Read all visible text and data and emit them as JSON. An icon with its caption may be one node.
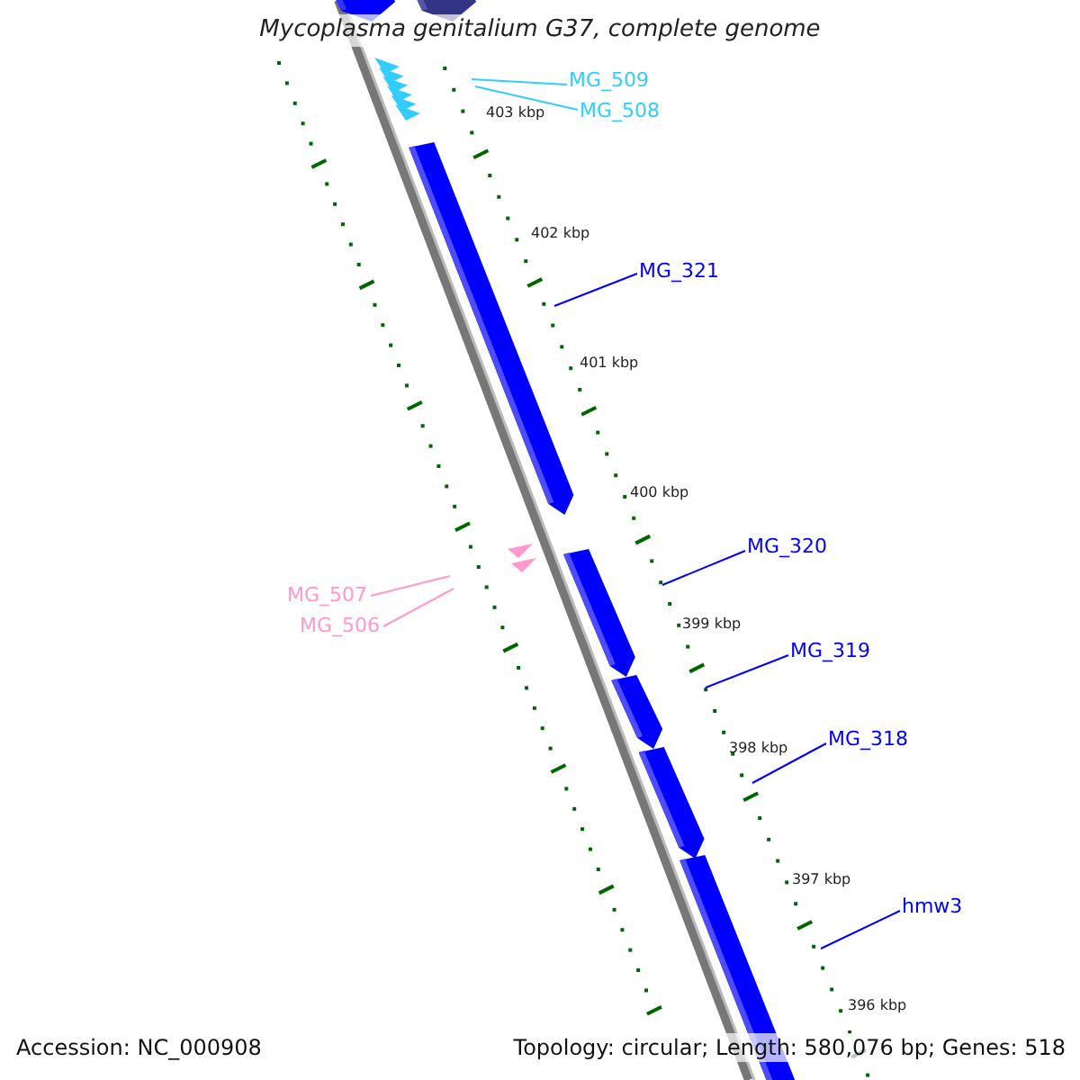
{
  "diagram": {
    "title": "Mycoplasma genitalium G37, complete genome",
    "nodes": [
      {
        "text": [
          "MG_509"
        ]
      },
      {
        "text": [
          "MG_508"
        ]
      },
      {
        "text": [
          "MG_321"
        ]
      },
      {
        "text": [
          "MG_320"
        ]
      },
      {
        "text": [
          "MG_319"
        ]
      },
      {
        "text": [
          "MG_318"
        ]
      },
      {
        "text": [
          "hmw3"
        ]
      },
      {
        "text": [
          "MG_507"
        ]
      },
      {
        "text": [
          "MG_506"
        ]
      }
    ],
    "edges": [
      {
        "from": 0,
        "to": null,
        "arrow": "none",
        "color": "#33ccff"
      },
      {
        "from": 1,
        "to": null,
        "arrow": "none",
        "color": "#33ccff"
      },
      {
        "from": 2,
        "to": null,
        "arrow": "none"
      },
      {
        "from": 3,
        "to": null,
        "arrow": "none"
      },
      {
        "from": 4,
        "to": null,
        "arrow": "none"
      },
      {
        "from": 5,
        "to": null,
        "arrow": "none"
      },
      {
        "from": 6,
        "to": null,
        "arrow": "none"
      },
      {
        "from": 7,
        "to": null,
        "arrow": "none",
        "color": "#ff99cc"
      },
      {
        "from": 8,
        "to": null,
        "arrow": "none",
        "color": "#ff99cc"
      }
    ],
    "labels": [
      "403 kbp",
      "402 kbp",
      "401 kbp",
      "400 kbp",
      "399 kbp",
      "398 kbp",
      "397 kbp",
      "396 kbp",
      "Accession: NC_000908",
      "Topology: circular; Length: 580,076 bp; Genes: 518"
    ]
  }
}
